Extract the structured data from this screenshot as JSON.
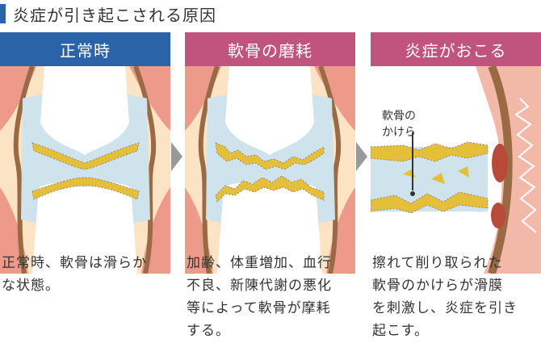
{
  "title": "炎症が引き起こされる原因",
  "colors": {
    "accent_blue": "#2a63a8",
    "header_pink": "#c0547e",
    "skin": "#fbe3c4",
    "muscle": "#ee9a8b",
    "capsule": "#9a6a45",
    "fluid": "#cfe3ec",
    "cartilage": "#e3bf3a",
    "bone": "#ffffff",
    "inflamed": "#b94a3a"
  },
  "panels": [
    {
      "header": "正常時",
      "caption": "正常時、軟骨は滑らかな状態。",
      "caption_lines": [
        "正常時、軟骨は滑らか",
        "な状態。"
      ]
    },
    {
      "header": "軟骨の磨耗",
      "caption": "加齢、体重増加、血行不良、新陳代謝の悪化等によって軟骨が摩耗する。",
      "caption_lines": [
        "加齢、体重増加、血行",
        "不良、新陳代謝の悪化",
        "等によって軟骨が摩耗",
        "する。"
      ]
    },
    {
      "header": "炎症がおこる",
      "caption": "擦れて削り取られた軟骨のかけらが滑膜を刺激し、炎症を引き起こす。",
      "caption_lines": [
        "擦れて削り取られた",
        "軟骨のかけらが滑膜",
        "を刺激し、炎症を引き",
        "起こす。"
      ],
      "callout_lines": [
        "軟骨の",
        "かけら"
      ]
    }
  ]
}
